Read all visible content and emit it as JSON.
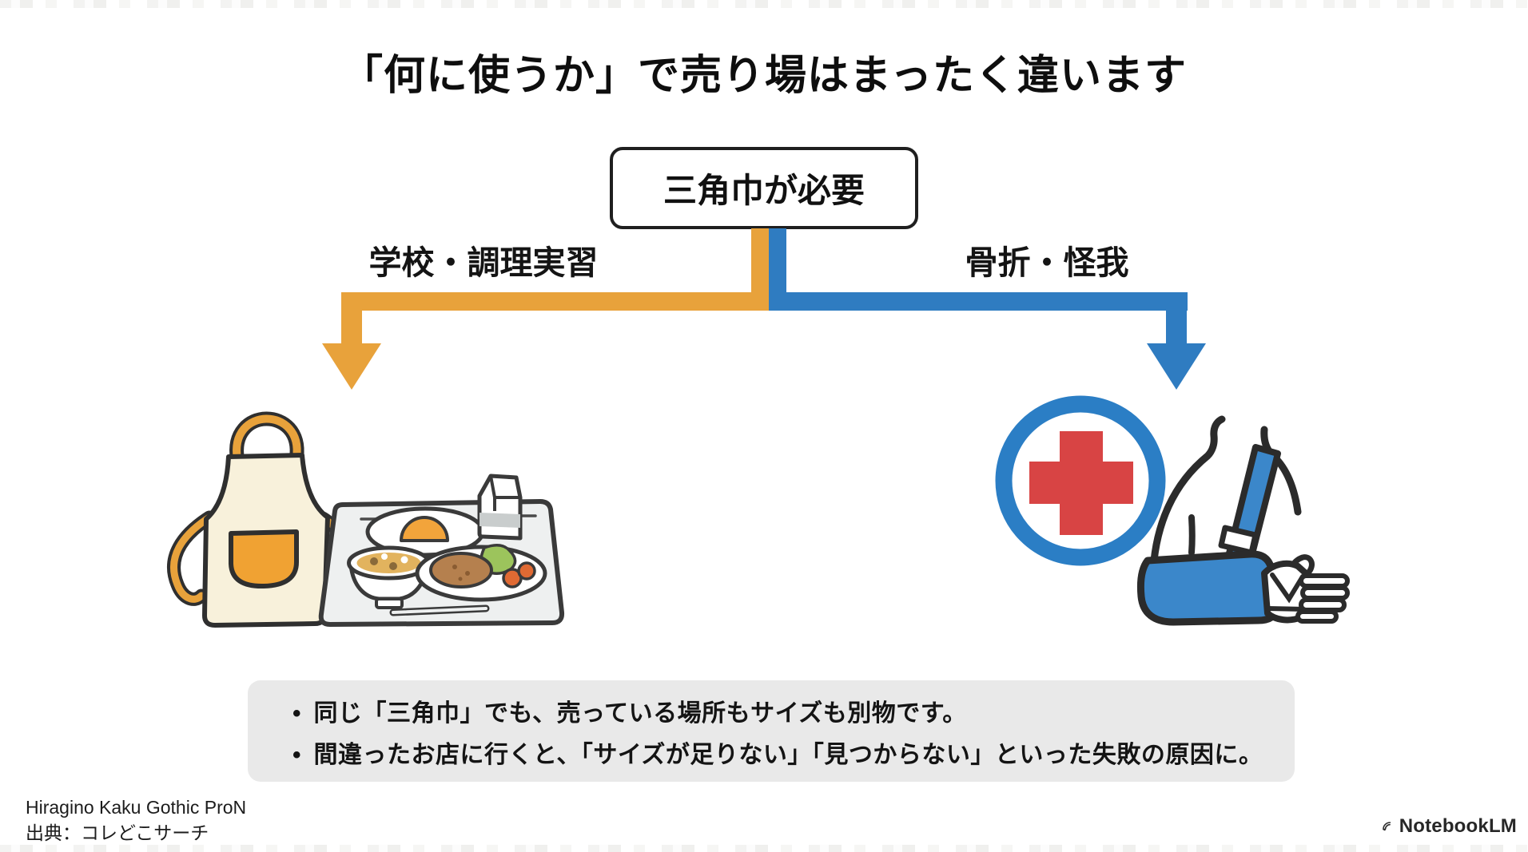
{
  "title": "「何に使うか」で売り場はまったく違います",
  "root_box": {
    "label": "三角巾が必要"
  },
  "branches": {
    "left": {
      "label": "学校・調理実習",
      "color": "#E8A23B"
    },
    "right": {
      "label": "骨折・怪我",
      "color": "#2F7CC1"
    }
  },
  "illustrations": {
    "left": {
      "name": "apron-and-school-lunch-tray",
      "elements": [
        "apron",
        "apron-pocket",
        "neck-strap",
        "waist-tie",
        "lunch-tray",
        "back-plate-with-egg",
        "milk-carton",
        "miso-soup-bowl",
        "main-dish-plate",
        "croquette",
        "lettuce",
        "tomatoes",
        "chopsticks"
      ]
    },
    "right": {
      "name": "first-aid-arm-sling",
      "elements": [
        "red-cross-circle",
        "red-cross",
        "torso",
        "shoulder-strap",
        "strap-buckle",
        "arm-sling",
        "bandaged-hand"
      ]
    }
  },
  "notes": {
    "bullet_char": "•",
    "items": [
      "同じ「三角巾」でも、売っている場所もサイズも別物です。",
      "間違ったお店に行くと、「サイズが足りない」「見つからない」といった失敗の原因に。"
    ],
    "background": "#E9E9E9"
  },
  "footer": {
    "font_note": "Hiragino Kaku Gothic ProN",
    "source": "出典：コレどこサーチ",
    "brand": "NotebookLM"
  },
  "colors": {
    "accent_orange": "#E8A23B",
    "accent_blue": "#2F7CC1",
    "red_cross": "#D84444",
    "ring_blue": "#2B7EC5",
    "sling_blue": "#3B87CA",
    "apron_cream": "#F8F1DB",
    "note_box_gray": "#E9E9E9",
    "outline_dark": "#2b2b2b"
  }
}
